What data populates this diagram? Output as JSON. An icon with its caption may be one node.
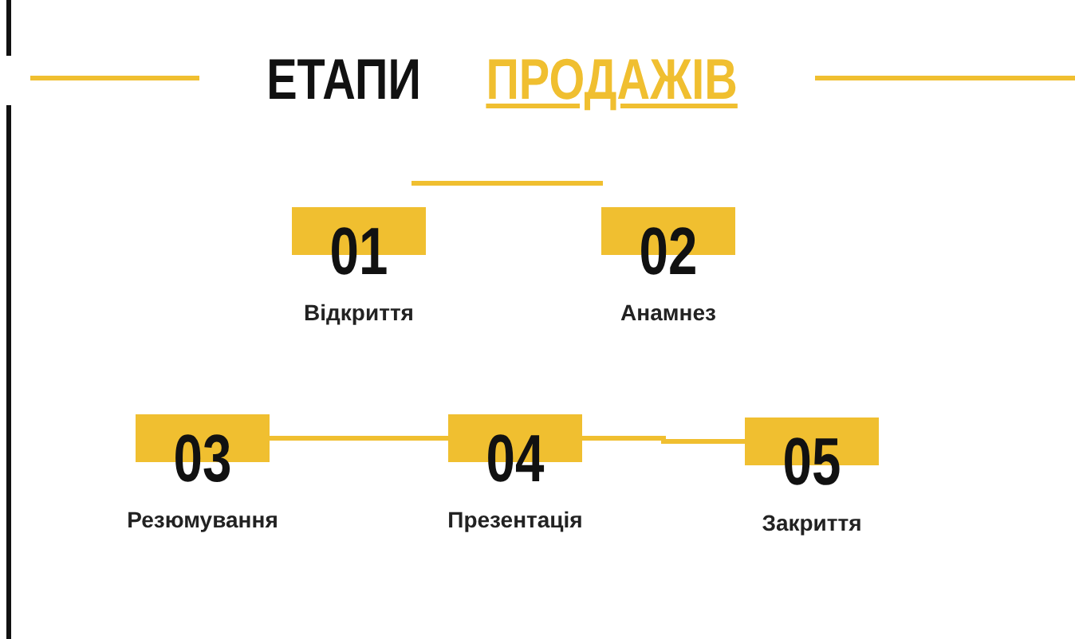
{
  "diagram": {
    "title": "ЕТАПИ ПРОДАЖІВ",
    "nodes": [
      {
        "text": [
          "01"
        ],
        "beside": [
          "Відкриття"
        ]
      },
      {
        "text": [
          "02"
        ],
        "beside": [
          "Анамнез"
        ]
      },
      {
        "text": [
          "03"
        ],
        "beside": [
          "Резюмування"
        ]
      },
      {
        "text": [
          "04"
        ],
        "beside": [
          "Презентація"
        ]
      },
      {
        "text": [
          "05"
        ],
        "beside": [
          "Закриття"
        ]
      }
    ],
    "edges": [
      {
        "from": 2,
        "to": 3,
        "arrow": "none"
      },
      {
        "from": 3,
        "to": 4,
        "arrow": "none"
      }
    ]
  }
}
